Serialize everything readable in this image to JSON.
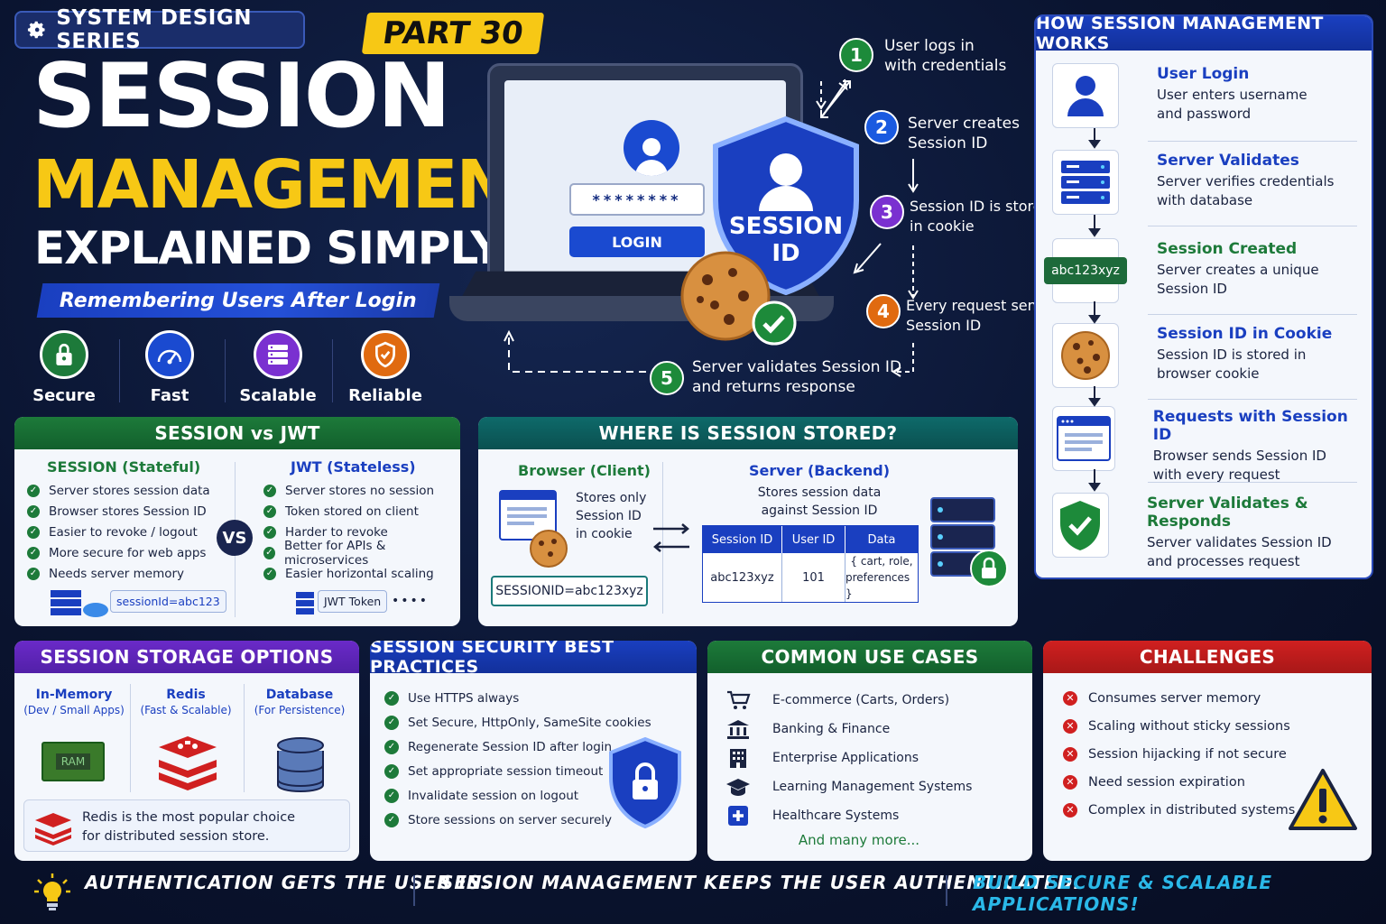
{
  "header": {
    "series": "SYSTEM DESIGN SERIES",
    "part": "PART 30",
    "title1": "SESSION",
    "title2": "MANAGEMENT",
    "title3": "EXPLAINED SIMPLY",
    "subtitle": "Remembering Users After Login"
  },
  "features": [
    {
      "label": "Secure",
      "icon": "lock-icon",
      "color": "#1d7a3a"
    },
    {
      "label": "Fast",
      "icon": "speedometer-icon",
      "color": "#1a4ad0"
    },
    {
      "label": "Scalable",
      "icon": "server-icon",
      "color": "#7a30d0"
    },
    {
      "label": "Reliable",
      "icon": "shield-icon",
      "color": "#e06a10"
    }
  ],
  "hero": {
    "password": "********",
    "login": "LOGIN",
    "shield_line1": "SESSION",
    "shield_line2": "ID"
  },
  "steps": [
    {
      "n": "1",
      "line1": "User logs in",
      "line2": "with credentials",
      "color": "#1d8a3a"
    },
    {
      "n": "2",
      "line1": "Server creates",
      "line2": "Session ID",
      "color": "#1a5ae0"
    },
    {
      "n": "3",
      "line1": "Session ID is stored",
      "line2": "in cookie",
      "color": "#7a30d0"
    },
    {
      "n": "4",
      "line1": "Every request sends",
      "line2": "Session ID",
      "color": "#e06a10"
    },
    {
      "n": "5",
      "line1": "Server validates Session ID",
      "line2": "and returns response",
      "color": "#1d8a3a"
    }
  ],
  "how": {
    "title": "HOW SESSION MANAGEMENT WORKS",
    "items": [
      {
        "title": "User Login",
        "l1": "User enters username",
        "l2": "and password",
        "icon": "user-icon"
      },
      {
        "title": "Server Validates",
        "l1": "Server verifies credentials",
        "l2": "with database",
        "icon": "server-icon"
      },
      {
        "title": "Session Created",
        "l1": "Server creates a unique",
        "l2": "Session ID",
        "icon": "session-id-badge",
        "badge": "abc123xyz"
      },
      {
        "title": "Session ID in Cookie",
        "l1": "Session ID is stored in",
        "l2": "browser cookie",
        "icon": "cookie-icon"
      },
      {
        "title": "Requests with Session ID",
        "l1": "Browser sends Session ID",
        "l2": "with every request",
        "icon": "browser-icon"
      },
      {
        "title": "Server Validates & Responds",
        "l1": "Server validates Session ID",
        "l2": "and processes request",
        "icon": "shield-check-icon"
      }
    ]
  },
  "vs": {
    "title": "SESSION vs JWT",
    "left_title": "SESSION (Stateful)",
    "left": [
      "Server stores session data",
      "Browser stores Session ID",
      "Easier to revoke / logout",
      "More secure for web apps",
      "Needs server memory"
    ],
    "right_title": "JWT (Stateless)",
    "right": [
      "Server stores no session",
      "Token stored on client",
      "Harder to revoke",
      "Better for APIs & microservices",
      "Easier horizontal scaling"
    ],
    "vs": "VS",
    "left_tag": "sessionId=abc123",
    "right_tag": "JWT Token",
    "dots": "••••"
  },
  "where": {
    "title": "WHERE IS SESSION STORED?",
    "client_title": "Browser (Client)",
    "client_l1": "Stores only",
    "client_l2": "Session ID",
    "client_l3": "in cookie",
    "cookie_value": "SESSIONID=abc123xyz",
    "server_title": "Server (Backend)",
    "server_l1": "Stores session data",
    "server_l2": "against Session ID",
    "cols": [
      "Session ID",
      "User ID",
      "Data"
    ],
    "row": [
      "abc123xyz",
      "101",
      "{ cart, role,",
      "preferences }"
    ]
  },
  "storage": {
    "title": "SESSION STORAGE OPTIONS",
    "opts": [
      {
        "name": "In-Memory",
        "sub": "(Dev / Small Apps)"
      },
      {
        "name": "Redis",
        "sub": "(Fast & Scalable)"
      },
      {
        "name": "Database",
        "sub": "(For Persistence)"
      }
    ],
    "ram": "RAM",
    "note1": "Redis is the most popular choice",
    "note2": "for distributed session store."
  },
  "security": {
    "title": "SESSION SECURITY BEST PRACTICES",
    "items": [
      "Use HTTPS always",
      "Set Secure, HttpOnly, SameSite cookies",
      "Regenerate Session ID after login",
      "Set appropriate session timeout",
      "Invalidate session on logout",
      "Store sessions on server securely"
    ]
  },
  "uses": {
    "title": "COMMON USE CASES",
    "items": [
      {
        "label": "E-commerce (Carts, Orders)",
        "icon": "cart-icon"
      },
      {
        "label": "Banking & Finance",
        "icon": "bank-icon"
      },
      {
        "label": "Enterprise Applications",
        "icon": "building-icon"
      },
      {
        "label": "Learning Management Systems",
        "icon": "graduation-cap-icon"
      },
      {
        "label": "Healthcare Systems",
        "icon": "medical-cross-icon"
      }
    ],
    "more": "And many more..."
  },
  "challenges": {
    "title": "CHALLENGES",
    "items": [
      "Consumes server memory",
      "Scaling without sticky sessions",
      "Session hijacking if not secure",
      "Need session expiration",
      "Complex in distributed systems"
    ]
  },
  "footer": {
    "f1": "AUTHENTICATION GETS THE USER IN.",
    "f2": "SESSION MANAGEMENT KEEPS THE USER AUTHENTICATED.",
    "f3": "BUILD SECURE & SCALABLE APPLICATIONS!"
  }
}
